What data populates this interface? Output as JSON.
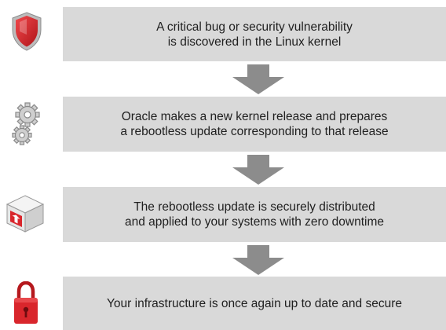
{
  "steps": [
    {
      "line1": "A critical bug or security vulnerability",
      "line2": "is discovered in the Linux kernel",
      "icon": "shield-icon"
    },
    {
      "line1": "Oracle makes a new kernel release and prepares",
      "line2": "a rebootless update corresponding to that release",
      "icon": "gears-icon"
    },
    {
      "line1": "The rebootless update is securely distributed",
      "line2": "and applied to your systems with zero downtime",
      "icon": "update-package-icon"
    },
    {
      "line1": "Your infrastructure is once again up to date and secure",
      "line2": "",
      "icon": "padlock-icon"
    }
  ],
  "colors": {
    "box": "#d9d9d9",
    "arrow": "#8c8c8c",
    "accent_red": "#d9262c"
  }
}
